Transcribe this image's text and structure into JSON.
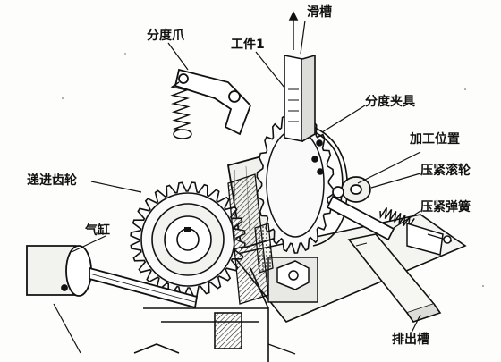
{
  "labels": {
    "index_pawl": "分度爪",
    "workpiece": "工件1",
    "slide_groove": "滑槽",
    "index_fixture": "分度夹具",
    "machining_position": "加工位置",
    "clamp_roller": "压紧滚轮",
    "feed_gear": "递进齿轮",
    "clamp_spring": "压紧弹簧",
    "cylinder": "气缸",
    "discharge_groove": "排出槽"
  },
  "colors": {
    "ink": "#111111",
    "paper": "#fdfdfb",
    "shade": "#9a9a9a"
  }
}
